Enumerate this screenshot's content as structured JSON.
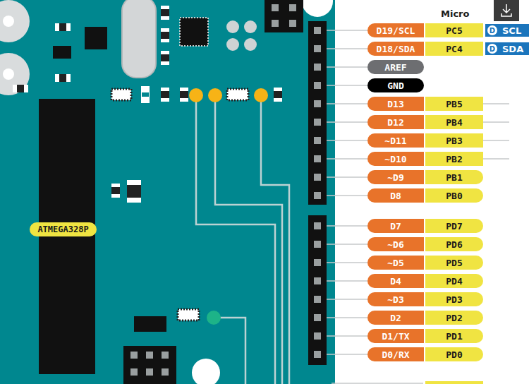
{
  "diagram": {
    "nodes": [
      {
        "text": [
          "D19/SCL"
        ]
      },
      {
        "text": [
          "PC5"
        ]
      },
      {
        "text": [
          "D",
          "SCL"
        ]
      },
      {
        "text": [
          "D18/SDA"
        ]
      },
      {
        "text": [
          "PC4"
        ]
      },
      {
        "text": [
          "D",
          "SDA"
        ]
      },
      {
        "text": [
          "AREF"
        ]
      },
      {
        "text": [
          "GND"
        ]
      },
      {
        "text": [
          "D13"
        ]
      },
      {
        "text": [
          "PB5"
        ]
      },
      {
        "text": [
          "D12"
        ]
      },
      {
        "text": [
          "PB4"
        ]
      },
      {
        "text": [
          "~D11"
        ]
      },
      {
        "text": [
          "PB3"
        ]
      },
      {
        "text": [
          "~D10"
        ]
      },
      {
        "text": [
          "PB2"
        ]
      },
      {
        "text": [
          "~D9"
        ]
      },
      {
        "text": [
          "PB1"
        ]
      },
      {
        "text": [
          "D8"
        ]
      },
      {
        "text": [
          "PB0"
        ]
      },
      {
        "text": [
          "ATMEGA328P"
        ]
      },
      {
        "text": [
          "D7"
        ]
      },
      {
        "text": [
          "PD7"
        ]
      },
      {
        "text": [
          "~D6"
        ]
      },
      {
        "text": [
          "PD6"
        ]
      },
      {
        "text": [
          "~D5"
        ]
      },
      {
        "text": [
          "PD5"
        ]
      },
      {
        "text": [
          "D4"
        ]
      },
      {
        "text": [
          "PD4"
        ]
      },
      {
        "text": [
          "~D3"
        ]
      },
      {
        "text": [
          "PD3"
        ]
      },
      {
        "text": [
          "D2"
        ]
      },
      {
        "text": [
          "PD2"
        ]
      },
      {
        "text": [
          "D1/TX"
        ]
      },
      {
        "text": [
          "PD1"
        ]
      },
      {
        "text": [
          "D0/RX"
        ]
      },
      {
        "text": [
          "PD0"
        ]
      }
    ],
    "labels": [
      "Micro"
    ]
  }
}
